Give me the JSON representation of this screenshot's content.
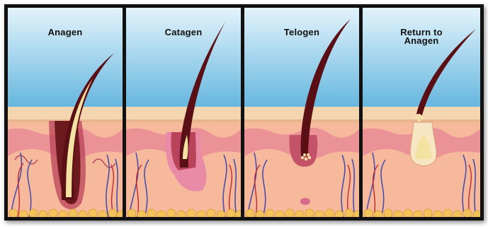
{
  "stages": [
    {
      "id": "anagen",
      "label": "Anagen"
    },
    {
      "id": "catagen",
      "label": "Catagen"
    },
    {
      "id": "telogen",
      "label": "Telogen"
    },
    {
      "id": "return",
      "label": "Return to\nAnagen"
    }
  ],
  "colors": {
    "sky_top": "#d9eef9",
    "sky_bottom": "#6fbde3",
    "epidermis": "#f3d3ac",
    "dermis": "#f6b79a",
    "dermis_pink": "#e98c97",
    "hair": "#5a0f14",
    "fat": "#f2c35a",
    "vessel_blue": "#4b4fa8",
    "vessel_red": "#c1272d"
  }
}
